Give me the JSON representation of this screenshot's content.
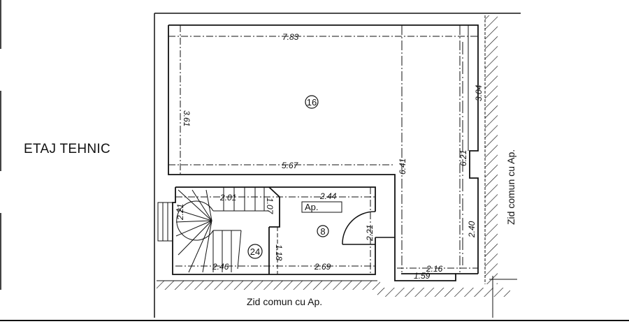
{
  "drawing": {
    "title": "ETAJ TEHNIC",
    "wall_labels": {
      "right": "Zid comun cu Ap.",
      "bottom": "Zid comun cu Ap."
    },
    "rooms": [
      {
        "id": "16",
        "label": "16"
      },
      {
        "id": "8",
        "label": "8"
      },
      {
        "id": "24",
        "label": "24"
      }
    ],
    "apartment_tag": "Ap.",
    "dimensions": {
      "top_width": "7.83",
      "left_height": "3.61",
      "mid_width": "5.67",
      "center_height": "6.41",
      "right_height_total": "6.21",
      "right_height_upper": "3.04",
      "right_height_lower": "2.40",
      "stair_top": "2.01",
      "stair_small": "1.07",
      "stair_left": "2.21",
      "stair_bottom": "2.46",
      "stair_inner": "1.18",
      "hall_top": "2.44",
      "hall_bottom": "2.69",
      "hall_height": "2.21",
      "niche_upper": "2.16",
      "niche_lower": "1.59"
    }
  },
  "colors": {
    "ink": "#111111",
    "paper": "#ffffff"
  }
}
